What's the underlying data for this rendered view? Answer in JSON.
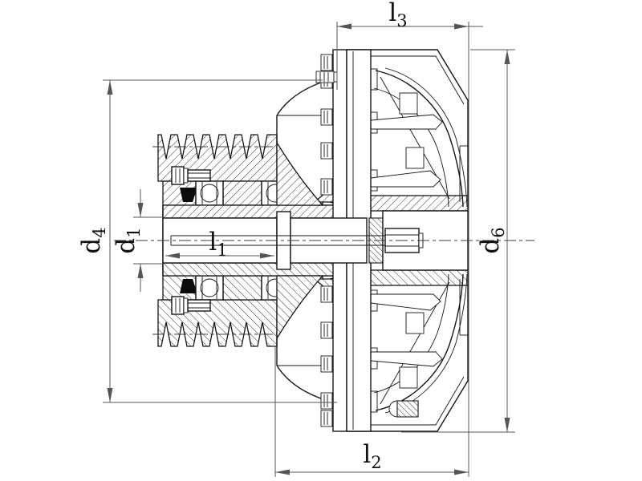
{
  "labels": {
    "l3": {
      "main": "l",
      "sub": "3"
    },
    "l1": {
      "main": "l",
      "sub": "1"
    },
    "l2": {
      "main": "l",
      "sub": "2"
    },
    "d4": {
      "main": "d",
      "sub": "4"
    },
    "d1": {
      "main": "d",
      "sub": "1"
    },
    "d6": {
      "main": "d",
      "sub": "6"
    }
  },
  "colors": {
    "line": "#161616",
    "dimension": "#555555",
    "background": "#ffffff"
  }
}
